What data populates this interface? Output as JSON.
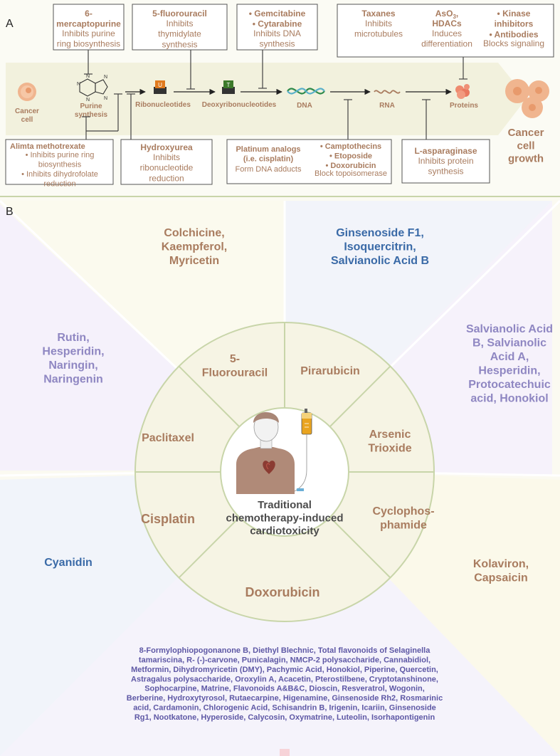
{
  "panel_a": {
    "label": "A",
    "boxes": {
      "mercaptopurine": {
        "drug": "6-\nmercaptopurine",
        "effect": "Inhibits purine\nring biosynthesis"
      },
      "fluorouracil": {
        "drug": "5-fluorouracil",
        "effect": "Inhibits\nthymidylate\nsynthesis"
      },
      "gemcitabine": {
        "drugs": [
          "• Gemcitabine",
          "• Cytarabine"
        ],
        "effect": "Inhibits DNA\nsynthesis"
      },
      "taxanes": {
        "drug": "Taxanes",
        "effect": "Inhibits\nmicrotubules"
      },
      "aso3": {
        "drug_base": "AsO",
        "drug_sub": "3",
        "drug_suffix": ",",
        "drug2": "HDACs",
        "effect": "Induces\ndifferentiation"
      },
      "kinase": {
        "drugs": [
          "• Kinase",
          "inhibitors",
          "• Antibodies"
        ],
        "effect": "Blocks signaling"
      },
      "alimta": {
        "drug": "Alimta methotrexate",
        "effects": [
          "• Inhibits purine ring",
          "biosynthesis",
          "• Inhibits dihydrofolate",
          "reduction"
        ]
      },
      "hydroxyurea": {
        "drug": "Hydroxyurea",
        "effect": "Inhibits\nribonucleotide\nreduction"
      },
      "platinum": {
        "drug": "Platinum analogs\n(i.e. cisplatin)",
        "effect": "Form DNA adducts"
      },
      "camptothecins": {
        "drugs": [
          "• Camptothecins",
          "• Etoposide",
          "• Doxorubicin"
        ],
        "effect": "Block topoisomerase"
      },
      "asparaginase": {
        "drug": "L-asparaginase",
        "effect": "Inhibits protein\nsynthesis"
      }
    },
    "pathway": {
      "cancer_cell": "Cancer\ncell",
      "purine": "Purine\nsynthesis",
      "ribonucleotides": "Ribonucleotides",
      "deoxyribonucleotides": "Deoxyribonucleotides",
      "dna": "DNA",
      "rna": "RNA",
      "proteins": "Proteins",
      "growth": "Cancer\ncell\ngrowth",
      "u_letter": "U",
      "t_letter": "T"
    }
  },
  "panel_b": {
    "label": "B",
    "center": "Traditional\nchemotherapy-induced\ncardiotoxicity",
    "segments": {
      "fluorouracil": "5-\nFluorouracil",
      "pirarubicin": "Pirarubicin",
      "arsenic": "Arsenic\nTrioxide",
      "cyclophosphamide": "Cyclophos-\nphamide",
      "doxorubicin": "Doxorubicin",
      "cisplatin": "Cisplatin",
      "paclitaxel": "Paclitaxel"
    },
    "protectors": {
      "top_center": "Colchicine,\nKaempferol,\nMyricetin",
      "top_right": "Ginsenoside F1,\nIsoquercitrin,\nSalvianolic Acid B",
      "right": "Salvianolic Acid\nB, Salvianolic\nAcid A,\nHesperidin,\nProtocatechuic\nacid, Honokiol",
      "lower_right": "Kolaviron,\nCapsaicin",
      "left": "Rutin,\nHesperidin,\nNaringin,\nNaringenin",
      "lower_left": "Cyanidin",
      "bottom": "8-Formylophiopogonanone B, Diethyl Blechnic, Total flavonoids of Selaginella\ntamariscina, R- (-)-carvone, Punicalagin, NMCP-2 polysaccharide, Cannabidiol,\nMetformin, Dihydromyricetin (DMY), Pachymic Acid, Honokiol, Piperine, Quercetin,\nAstragalus polysaccharide, Oroxylin A, Acacetin, Pterostilbene, Cryptotanshinone,\nSophocarpine, Matrine, Flavonoids A&B&C, Dioscin, Resveratrol, Wogonin,\nBerberine, Hydroxytyrosol, Rutaecarpine, Higenamine, Ginsenoside Rh2, Rosmarinic\nacid, Cardamonin, Chlorogenic Acid, Schisandrin B, Irigenin, Icariin, Ginsenoside\nRg1, Nootkatone, Hyperoside, Calycosin, Oxymatrine, Luteolin, Isorhapontigenin"
    }
  },
  "colors": {
    "brown": "#a97c5f",
    "blue": "#3a6aa7",
    "purple": "#8f87c2",
    "dark_purple": "#5e58a5",
    "ring_fill": "#f6f4e4",
    "ring_stroke": "#c8d5a9",
    "panel_a_bg": "#fbfbf4",
    "band": "#f2f1dd"
  }
}
